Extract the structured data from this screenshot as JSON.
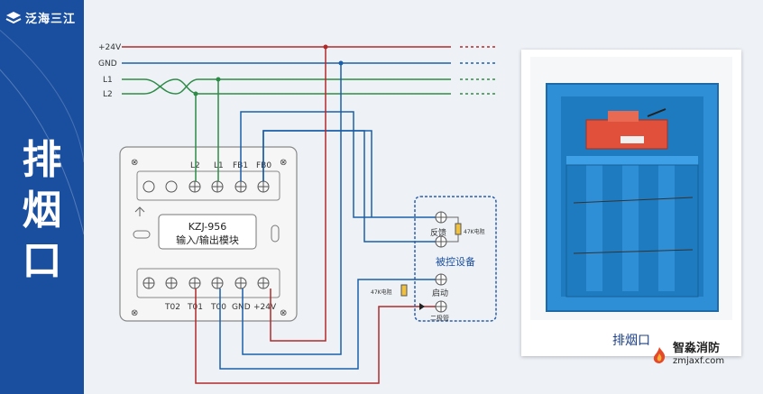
{
  "brand": {
    "name": "泛海三江"
  },
  "side_title": [
    "排",
    "烟",
    "口"
  ],
  "bus": {
    "p24": "+24V",
    "gnd": "GND",
    "l1": "L1",
    "l2": "L2"
  },
  "module": {
    "top_terminals": [
      "L2",
      "L1",
      "FB1",
      "FB0"
    ],
    "bottom_terminals": [
      "T02",
      "T01",
      "T00",
      "GND",
      "+24V"
    ],
    "model": "KZJ-956",
    "description": "输入/输出模块"
  },
  "device": {
    "feedback": "反馈",
    "resistor_feedback": "47K电阻",
    "title": "被控设备",
    "start": "启动",
    "diode": "二极管",
    "resistor_start": "47K电阻"
  },
  "photo_caption": "排烟口",
  "watermark": {
    "cn": "智淼消防",
    "url": "zmjaxf.com"
  },
  "colors": {
    "sidebar": "#1a4fa0",
    "red_wire": "#b02a2a",
    "blue_wire": "#1a5fa8",
    "green_wire": "#2e8b47",
    "device_border": "#2b5ea7"
  }
}
